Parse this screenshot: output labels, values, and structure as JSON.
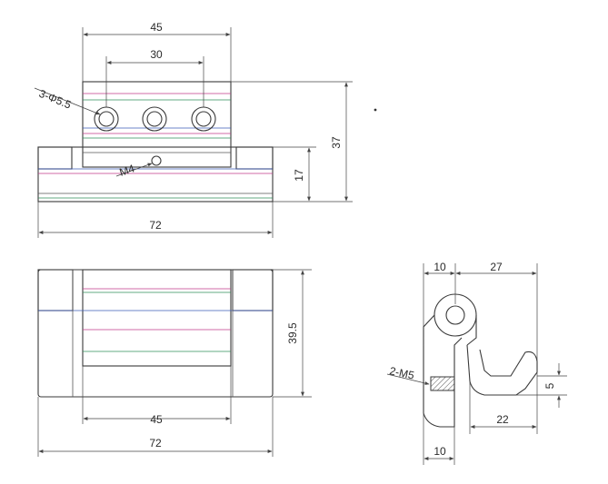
{
  "top_view": {
    "dim_width_upper": "45",
    "dim_hole_pitch": "30",
    "holes_label": "3-Φ5.5",
    "tap_label": "M4",
    "dim_height_total": "37",
    "dim_height_lower": "17",
    "dim_width_total": "72"
  },
  "front_view": {
    "dim_height": "39.5",
    "dim_width_inner": "45",
    "dim_width_total": "72"
  },
  "side_view": {
    "dim_top_left": "10",
    "dim_top_right": "27",
    "tap_label": "2-M5",
    "dim_right_small": "5",
    "dim_bottom_mid": "22",
    "dim_bottom_left": "10"
  },
  "colors": {
    "line": "#3a3a3a",
    "dimension": "#444444",
    "accent_magenta": "#c03a8a",
    "accent_green": "#2f8f5a",
    "accent_blue": "#3b5bb8"
  }
}
